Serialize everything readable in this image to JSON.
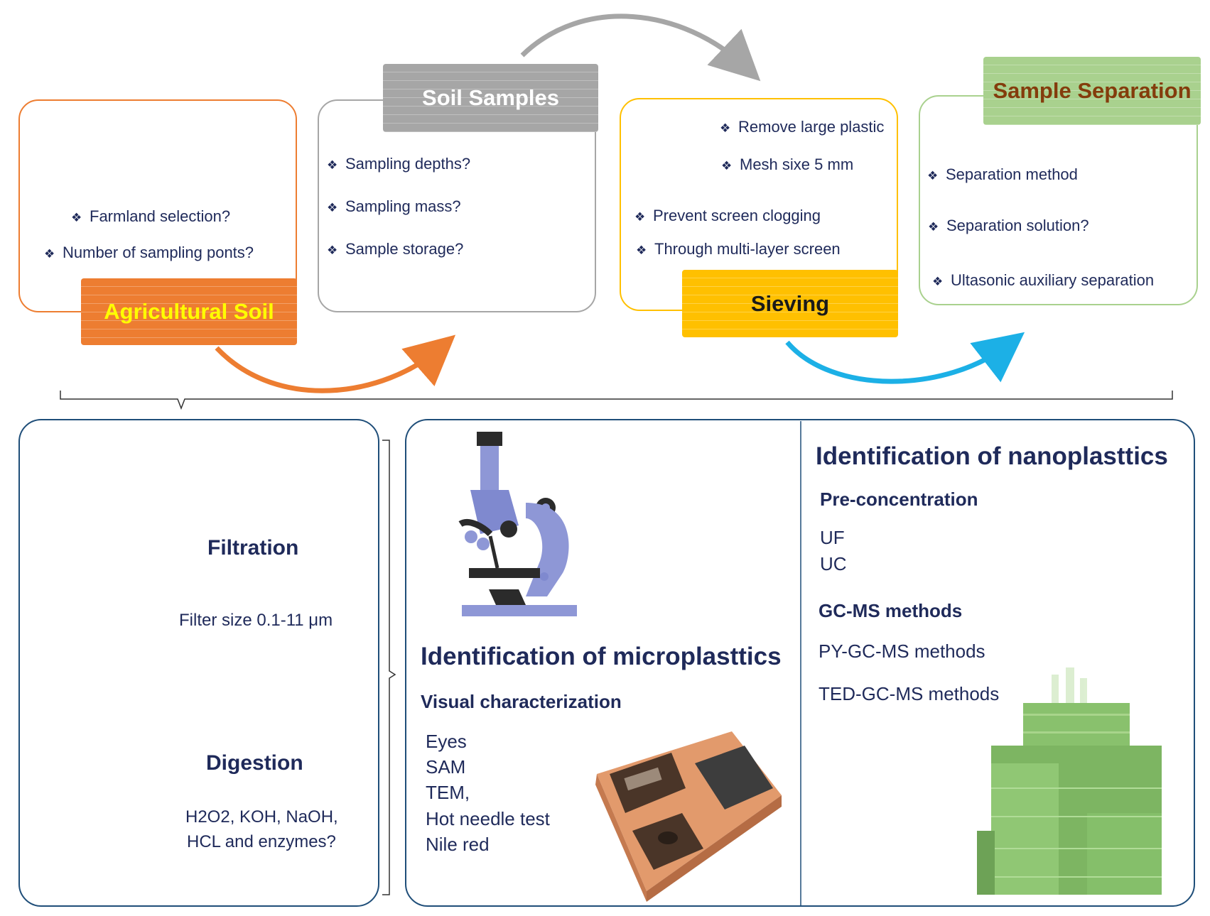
{
  "top": {
    "agricultural_soil": {
      "title": "Agricultural Soil",
      "bullets": [
        "Farmland selection?",
        "Number of sampling ponts?"
      ]
    },
    "soil_samples": {
      "title": "Soil Samples",
      "bullets": [
        "Sampling depths?",
        "Sampling mass?",
        "Sample storage?"
      ]
    },
    "sieving": {
      "title": "Sieving",
      "bullets": [
        "Remove large plastic",
        "Mesh sixe 5 mm",
        "Prevent screen clogging",
        "Through multi-layer screen"
      ]
    },
    "sample_separation": {
      "title": "Sample Separation",
      "bullets": [
        "Separation method",
        "Separation solution?",
        "Ultasonic auxiliary separation"
      ]
    }
  },
  "pretreatment": {
    "filtration": {
      "title": "Filtration",
      "detail": "Filter size 0.1-11 μm"
    },
    "digestion": {
      "title": "Digestion",
      "detail_lines": [
        "H2O2, KOH, NaOH,",
        "HCL and enzymes?"
      ]
    }
  },
  "micro": {
    "title": "Identification of microplasttics",
    "subtitle": "Visual characterization",
    "methods": [
      "Eyes",
      "SAM",
      "TEM,",
      "Hot needle test",
      "Nile red"
    ]
  },
  "nano": {
    "title": "Identification of nanoplasttics",
    "section1": "Pre-concentration",
    "section1_items": [
      "UF",
      "UC"
    ],
    "section2": "GC-MS methods",
    "section2_items": [
      "PY-GC-MS methods",
      "TED-GC-MS methods"
    ]
  },
  "icons": [
    "farmland-photo",
    "shovel-icon",
    "sieve-icon",
    "beaker-icon",
    "funnel-flask-icon",
    "recycle-bin-icon",
    "microscope-icon",
    "spectrophotometer-icon",
    "hplc-instrument-icon"
  ],
  "colors": {
    "orange": "#ed7d31",
    "gray": "#a6a6a6",
    "gold": "#ffc000",
    "green": "#a9d18e",
    "blue": "#1f4e79",
    "cyan_arrow": "#1cb0e6"
  }
}
